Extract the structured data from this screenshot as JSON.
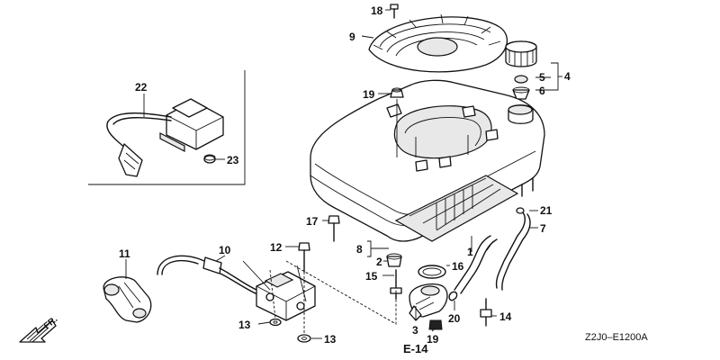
{
  "labels": {
    "p1": "1",
    "p2": "2",
    "p3": "3",
    "p4": "4",
    "p5": "5",
    "p6": "6",
    "p7": "7",
    "p8": "8",
    "p9": "9",
    "p10": "10",
    "p11": "11",
    "p12": "12",
    "p13a": "13",
    "p13b": "13",
    "p14": "14",
    "p15": "15",
    "p16": "16",
    "p17": "17",
    "p18": "18",
    "p19a": "19",
    "p19b": "19",
    "p20": "20",
    "p21": "21",
    "p22": "22",
    "p23": "23"
  },
  "reference": "E-14",
  "front_marker": "FR.",
  "diagram_code": "Z2J0–E1200A"
}
